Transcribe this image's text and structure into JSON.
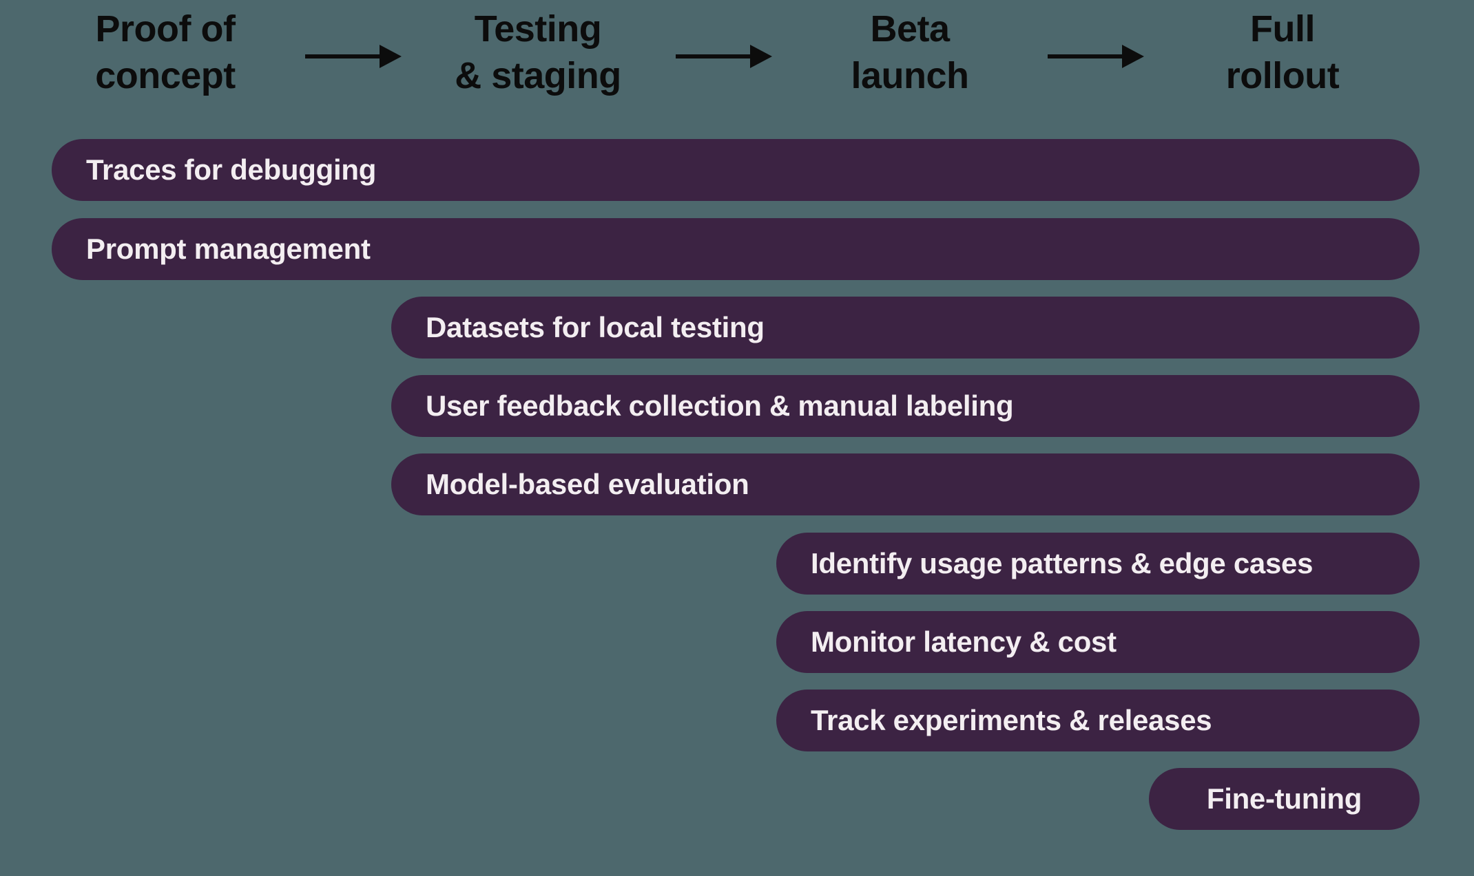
{
  "diagram": {
    "type": "phase-rollout-gantt",
    "colors": {
      "background": "#4D686D",
      "bar_fill": "#3C2343",
      "bar_text": "#F3EEF1",
      "header_text": "#0C0C0C",
      "arrow": "#0C0C0C"
    },
    "phases": [
      {
        "label": "Proof of\nconcept"
      },
      {
        "label": "Testing\n& staging"
      },
      {
        "label": "Beta\nlaunch"
      },
      {
        "label": "Full\nrollout"
      }
    ],
    "arrows": [
      {
        "icon": "right-arrow-icon"
      },
      {
        "icon": "right-arrow-icon"
      },
      {
        "icon": "right-arrow-icon"
      }
    ],
    "bars": [
      {
        "label": "Traces for debugging",
        "starts_at_phase": "Proof of concept",
        "ends_at_phase": "Full rollout"
      },
      {
        "label": "Prompt management",
        "starts_at_phase": "Proof of concept",
        "ends_at_phase": "Full rollout"
      },
      {
        "label": "Datasets for local testing",
        "starts_at_phase": "Testing & staging",
        "ends_at_phase": "Full rollout"
      },
      {
        "label": "User feedback collection & manual labeling",
        "starts_at_phase": "Testing & staging",
        "ends_at_phase": "Full rollout"
      },
      {
        "label": "Model-based evaluation",
        "starts_at_phase": "Testing & staging",
        "ends_at_phase": "Full rollout"
      },
      {
        "label": "Identify usage patterns & edge cases",
        "starts_at_phase": "Beta launch",
        "ends_at_phase": "Full rollout"
      },
      {
        "label": "Monitor latency & cost",
        "starts_at_phase": "Beta launch",
        "ends_at_phase": "Full rollout"
      },
      {
        "label": "Track experiments & releases",
        "starts_at_phase": "Beta launch",
        "ends_at_phase": "Full rollout"
      },
      {
        "label": "Fine-tuning",
        "starts_at_phase": "Full rollout",
        "ends_at_phase": "Full rollout"
      }
    ]
  }
}
